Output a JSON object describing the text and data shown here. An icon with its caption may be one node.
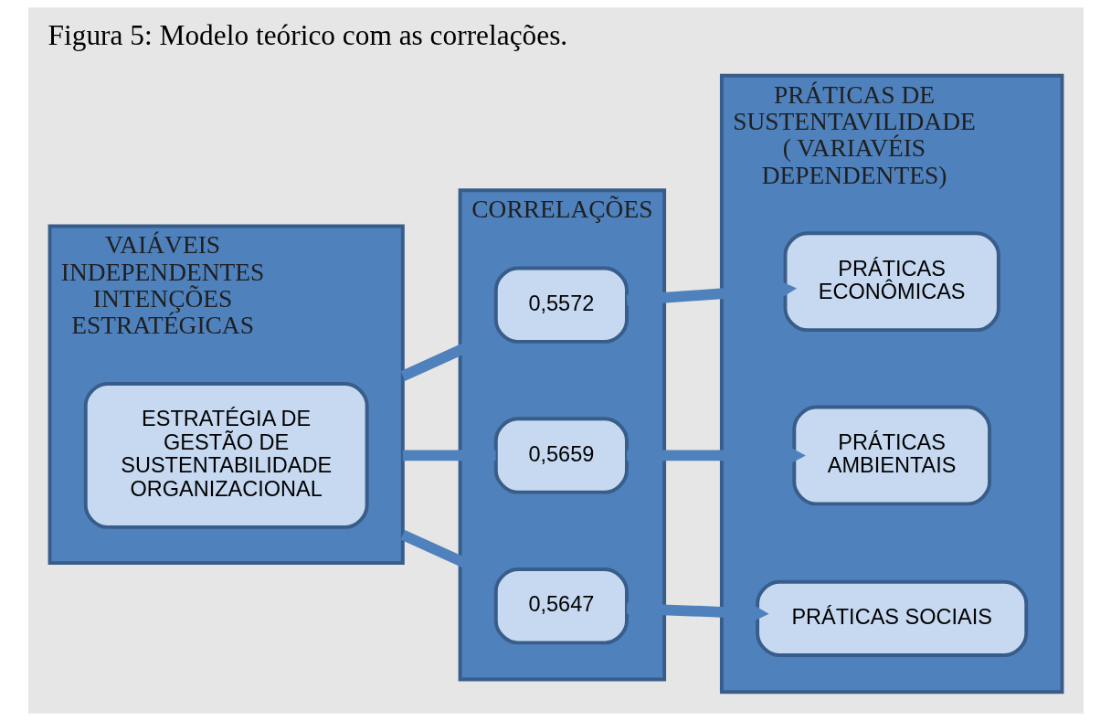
{
  "diagram": {
    "caption": "Figura 5: Modelo teórico com as correlações.",
    "nodes": [
      {
        "text": [
          "VAIÁVEIS INDEPENDENTES INTENÇÕES ESTRATÉGICAS"
        ]
      },
      {
        "text": [
          "ESTRATÉGIA DE GESTÃO DE SUSTENTABILIDADE ORGANIZACIONAL"
        ],
        "in": 0
      },
      {
        "text": [
          "CORRELAÇÕES"
        ]
      },
      {
        "text": [
          "0,5572"
        ],
        "in": 2
      },
      {
        "text": [
          "0,5659"
        ],
        "in": 2
      },
      {
        "text": [
          "0,5647"
        ],
        "in": 2
      },
      {
        "text": [
          "PRÁTICAS DE SUSTENTAVILIDADE ( VARIAVÉIS DEPENDENTES)"
        ]
      },
      {
        "text": [
          "PRÁTICAS ECONÔMICAS"
        ],
        "in": 6
      },
      {
        "text": [
          "PRÁTICAS AMBIENTAIS"
        ],
        "in": 6
      },
      {
        "text": [
          "PRÁTICAS SOCIAIS"
        ],
        "in": 6
      }
    ],
    "edges": [
      {
        "from": 0,
        "to": 3,
        "arrow": "none"
      },
      {
        "from": 3,
        "to": 7,
        "arrow": "to"
      },
      {
        "from": 0,
        "to": 4,
        "arrow": "none"
      },
      {
        "from": 4,
        "to": 8,
        "arrow": "to"
      },
      {
        "from": 0,
        "to": 5,
        "arrow": "none"
      },
      {
        "from": 5,
        "to": 9,
        "arrow": "to"
      }
    ]
  }
}
